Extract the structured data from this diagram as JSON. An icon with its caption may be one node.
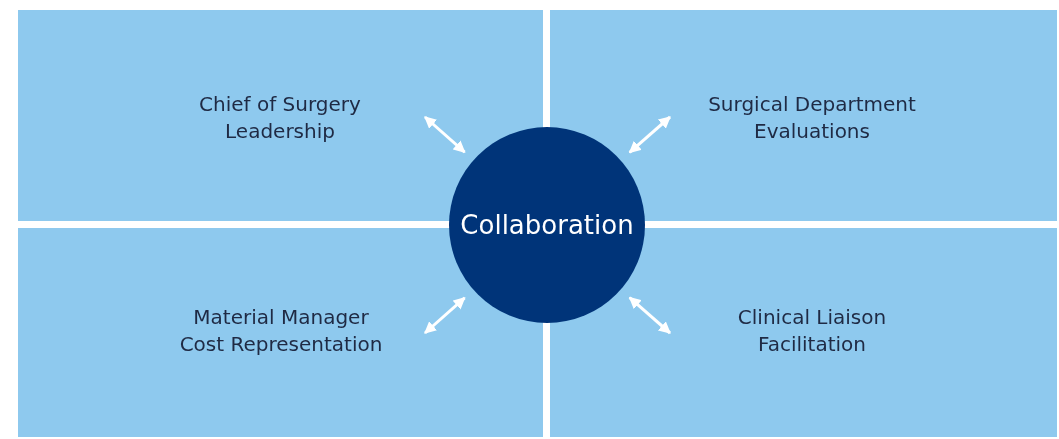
{
  "diagram": {
    "nodes": [
      {
        "text": [
          "Chief of Surgery Leadership"
        ]
      },
      {
        "text": [
          "Surgical Department Evaluations"
        ]
      },
      {
        "text": [
          "Material Manager Cost Representation"
        ]
      },
      {
        "text": [
          "Clinical Liaison Facilitation"
        ]
      },
      {
        "text": [
          "Collaboration"
        ]
      }
    ],
    "edges": [
      {
        "from": 4,
        "to": 0,
        "arrow": "both"
      },
      {
        "from": 4,
        "to": 1,
        "arrow": "both"
      },
      {
        "from": 4,
        "to": 2,
        "arrow": "both"
      },
      {
        "from": 4,
        "to": 3,
        "arrow": "both"
      }
    ]
  }
}
